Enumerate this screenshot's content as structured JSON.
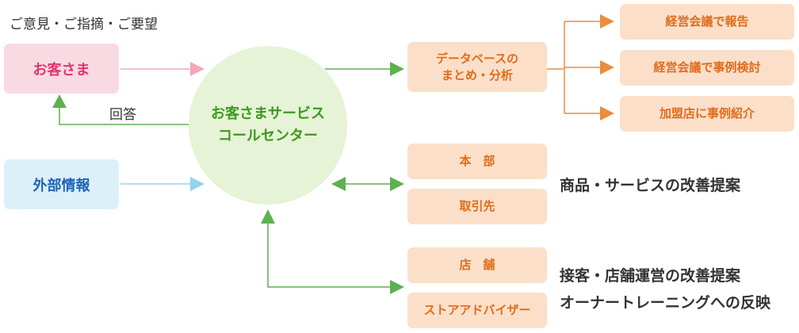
{
  "feedback_label": "ご意見・ご指摘・ご要望",
  "customer": "お客さま",
  "answer_label": "回答",
  "external_info": "外部情報",
  "call_center": [
    "お客さまサービス",
    "コールセンター"
  ],
  "database": [
    "データベースの",
    "まとめ・分析"
  ],
  "reports": [
    "経営会議で報告",
    "経営会議で事例検討",
    "加盟店に事例紹介"
  ],
  "headquarters": "本　部",
  "suppliers": "取引先",
  "product_improvement": "商品・サービスの改善提案",
  "store": "店　舗",
  "store_advisor": "ストアアドバイザー",
  "store_improvement": [
    "接客・店舗運営の改善提案",
    "オーナートレーニングへの反映"
  ],
  "colors": {
    "customer_box": "#f9d9e2",
    "customer_text": "#e0366f",
    "external_box": "#dcf0fa",
    "external_text": "#1f64b4",
    "center_circle": "#e6f3d6",
    "center_text": "#3b9a1e",
    "peach_box": "#fbdfc9",
    "peach_text": "#e06c1a",
    "green_arrow": "#5db14f",
    "orange_arrow": "#ec8c3f",
    "pink_arrow": "#f2a7bd",
    "blue_arrow": "#94d2ee"
  }
}
